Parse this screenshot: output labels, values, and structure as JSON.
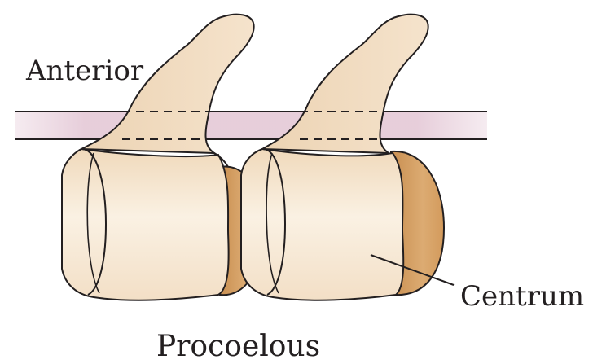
{
  "labels": {
    "anterior": "Anterior",
    "centrum": "Centrum",
    "caption": "Procoelous"
  },
  "colors": {
    "background": "#ffffff",
    "bone_fill": "#f2dcc0",
    "bone_light": "#fbf4e8",
    "articular_face": "#d9a86e",
    "articular_face_dark": "#c98f51",
    "outline": "#231f20",
    "spinal_cord_band": "#e8d3dd"
  }
}
